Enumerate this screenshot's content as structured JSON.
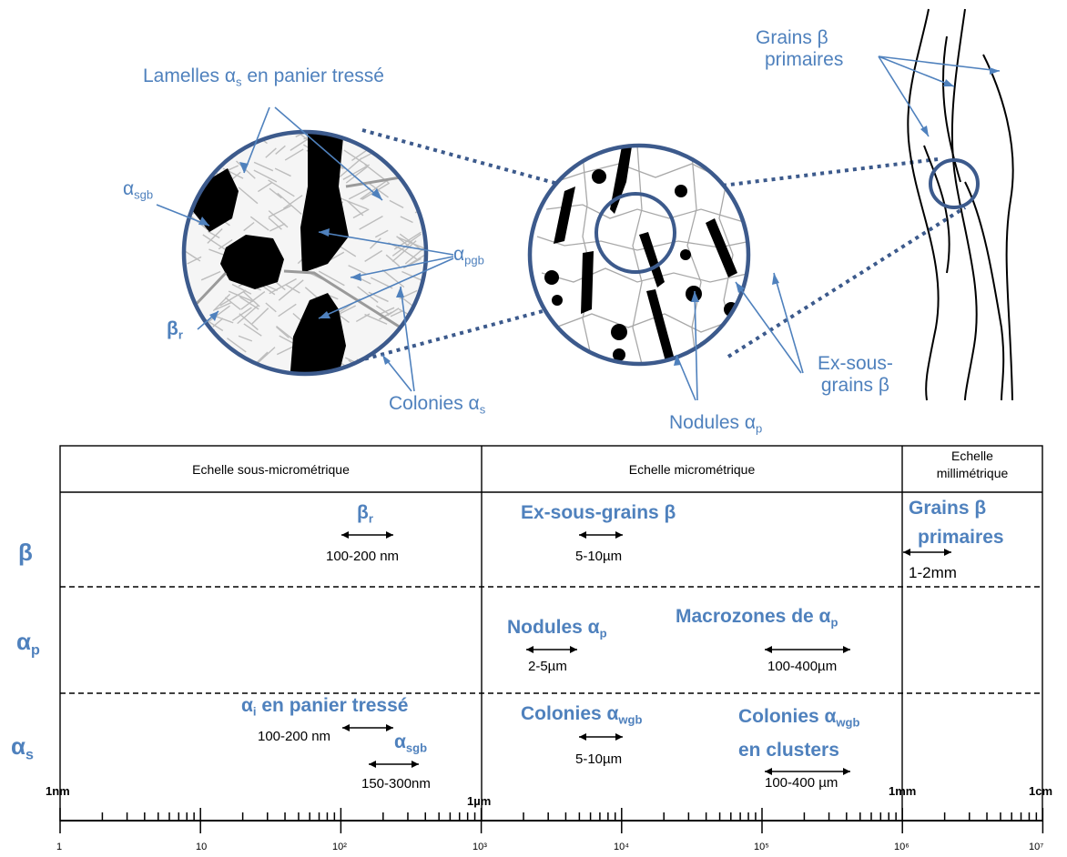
{
  "illustration": {
    "lamelles": {
      "pre": "Lamelles α",
      "sub": "s",
      "post": " en panier tressé"
    },
    "asgb": {
      "pre": "α",
      "sub": "sgb"
    },
    "apgb": {
      "pre": "α",
      "sub": "pgb"
    },
    "br": {
      "pre": "β",
      "sub": "r"
    },
    "colonies": {
      "pre": "Colonies α",
      "sub": "s"
    },
    "nodules": {
      "pre": "Nodules α",
      "sub": "p"
    },
    "exsous1": "Ex-sous-",
    "exsous2": "grains β",
    "grains1": "Grains β",
    "grains2": "primaires"
  },
  "table": {
    "headers": {
      "sub_micro": "Echelle sous-micrométrique",
      "micro": "Echelle micrométrique",
      "milli1": "Echelle",
      "milli2": "millimétrique"
    },
    "rows": {
      "beta": {
        "pre": "β",
        "sub": ""
      },
      "alpha_p": {
        "pre": "α",
        "sub": "p"
      },
      "alpha_s": {
        "pre": "α",
        "sub": "s"
      }
    },
    "cells": {
      "br": {
        "pre": "β",
        "sub": "r",
        "size": "100-200 nm"
      },
      "exsous": {
        "label": "Ex-sous-grains β",
        "size": "5-10µm"
      },
      "grains": {
        "label1": "Grains β",
        "label2": "primaires",
        "size": "1-2mm"
      },
      "nodules": {
        "pre": "Nodules α",
        "sub": "p",
        "size": "2-5µm"
      },
      "macro": {
        "pre": "Macrozones de α",
        "sub": "p",
        "size": "100-400µm"
      },
      "ai": {
        "pre": "α",
        "sub": "i",
        "post": " en panier tressé",
        "size": "100-200 nm"
      },
      "asgb": {
        "pre": "α",
        "sub": "sgb",
        "size": "150-300nm"
      },
      "colwgb": {
        "pre": "Colonies α",
        "sub": "wgb",
        "size": "5-10µm"
      },
      "colclus": {
        "pre": "Colonies α",
        "sub": "wgb",
        "line2": "en clusters",
        "size": "100-400 µm"
      }
    }
  },
  "scale": {
    "markers": [
      "1nm",
      "1µm",
      "1mm",
      "1cm"
    ],
    "ticks": [
      "1",
      "10",
      "10²",
      "10³",
      "10⁴",
      "10⁵",
      "10⁶",
      "10⁷"
    ]
  },
  "colors": {
    "accent": "#4f81bd",
    "circle": "#3c5a8c"
  }
}
